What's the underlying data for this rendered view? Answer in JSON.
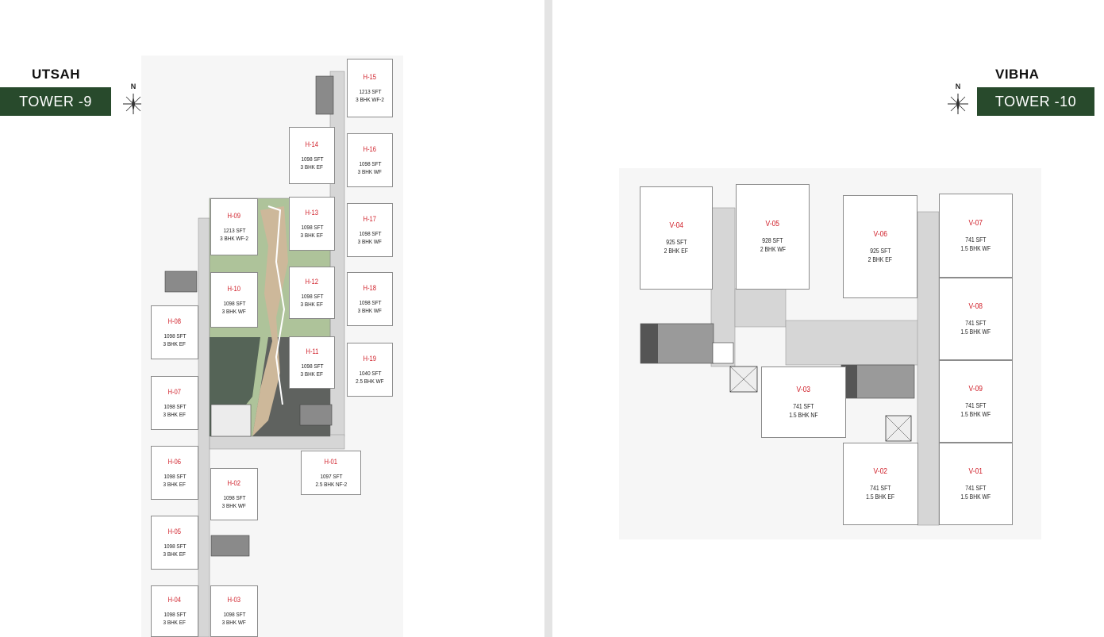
{
  "left": {
    "tower_name": "UTSAH",
    "tower_label": "TOWER -9",
    "compass": "N",
    "units": [
      {
        "code": "H-15",
        "area": "1213 SFT",
        "type": "3 BHK WF-2"
      },
      {
        "code": "H-14",
        "area": "1098 SFT",
        "type": "3 BHK EF"
      },
      {
        "code": "H-16",
        "area": "1098 SFT",
        "type": "3 BHK WF"
      },
      {
        "code": "H-09",
        "area": "1213 SFT",
        "type": "3 BHK WF-2"
      },
      {
        "code": "H-13",
        "area": "1098 SFT",
        "type": "3 BHK EF"
      },
      {
        "code": "H-17",
        "area": "1098 SFT",
        "type": "3 BHK WF"
      },
      {
        "code": "H-10",
        "area": "1098 SFT",
        "type": "3 BHK WF"
      },
      {
        "code": "H-12",
        "area": "1098 SFT",
        "type": "3 BHK EF"
      },
      {
        "code": "H-18",
        "area": "1098 SFT",
        "type": "3 BHK WF"
      },
      {
        "code": "H-08",
        "area": "1098 SFT",
        "type": "3 BHK EF"
      },
      {
        "code": "H-11",
        "area": "1098 SFT",
        "type": "3 BHK EF"
      },
      {
        "code": "H-19",
        "area": "1040 SFT",
        "type": "2.5 BHK WF"
      },
      {
        "code": "H-07",
        "area": "1098 SFT",
        "type": "3 BHK EF"
      },
      {
        "code": "H-01",
        "area": "1097 SFT",
        "type": "2.5 BHK NF-2"
      },
      {
        "code": "H-06",
        "area": "1098 SFT",
        "type": "3 BHK EF"
      },
      {
        "code": "H-02",
        "area": "1098 SFT",
        "type": "3 BHK WF"
      },
      {
        "code": "H-05",
        "area": "1098 SFT",
        "type": "3 BHK EF"
      },
      {
        "code": "H-04",
        "area": "1098 SFT",
        "type": "3 BHK EF"
      },
      {
        "code": "H-03",
        "area": "1098 SFT",
        "type": "3 BHK WF"
      }
    ]
  },
  "right": {
    "tower_name": "VIBHA",
    "tower_label": "TOWER -10",
    "compass": "N",
    "units": [
      {
        "code": "V-04",
        "area": "925 SFT",
        "type": "2 BHK EF"
      },
      {
        "code": "V-05",
        "area": "928 SFT",
        "type": "2 BHK WF"
      },
      {
        "code": "V-06",
        "area": "925 SFT",
        "type": "2 BHK EF"
      },
      {
        "code": "V-07",
        "area": "741 SFT",
        "type": "1.5 BHK WF"
      },
      {
        "code": "V-08",
        "area": "741 SFT",
        "type": "1.5 BHK WF"
      },
      {
        "code": "V-03",
        "area": "741 SFT",
        "type": "1.5 BHK NF"
      },
      {
        "code": "V-09",
        "area": "741 SFT",
        "type": "1.5 BHK WF"
      },
      {
        "code": "V-02",
        "area": "741 SFT",
        "type": "1.5 BHK EF"
      },
      {
        "code": "V-01",
        "area": "741 SFT",
        "type": "1.5 BHK WF"
      }
    ]
  },
  "colors": {
    "badge": "#284a2c",
    "unit_code": "#d0202a",
    "corridor": "#d6d6d6",
    "garden": "#aec39a",
    "path": "#cdb89a",
    "dark_landscape": "#556457",
    "gutter": "#e4e4e4"
  }
}
